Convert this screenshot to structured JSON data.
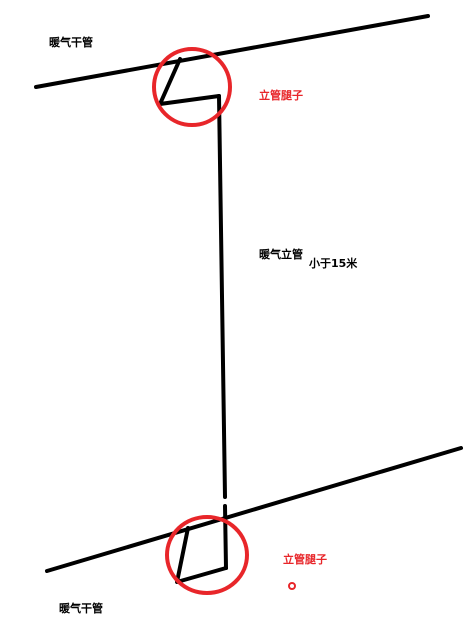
{
  "labels": {
    "main_pipe_top": "暖气干管",
    "riser_leg_top": "立管腿子",
    "riser": "暖气立管",
    "length_note": "小于15米",
    "riser_leg_bottom": "立管腿子",
    "main_pipe_bottom": "暖气干管"
  },
  "colors": {
    "pipe": "#000000",
    "highlight_circle": "#e8262a",
    "label_black": "#000000",
    "label_red": "#e8262a"
  }
}
